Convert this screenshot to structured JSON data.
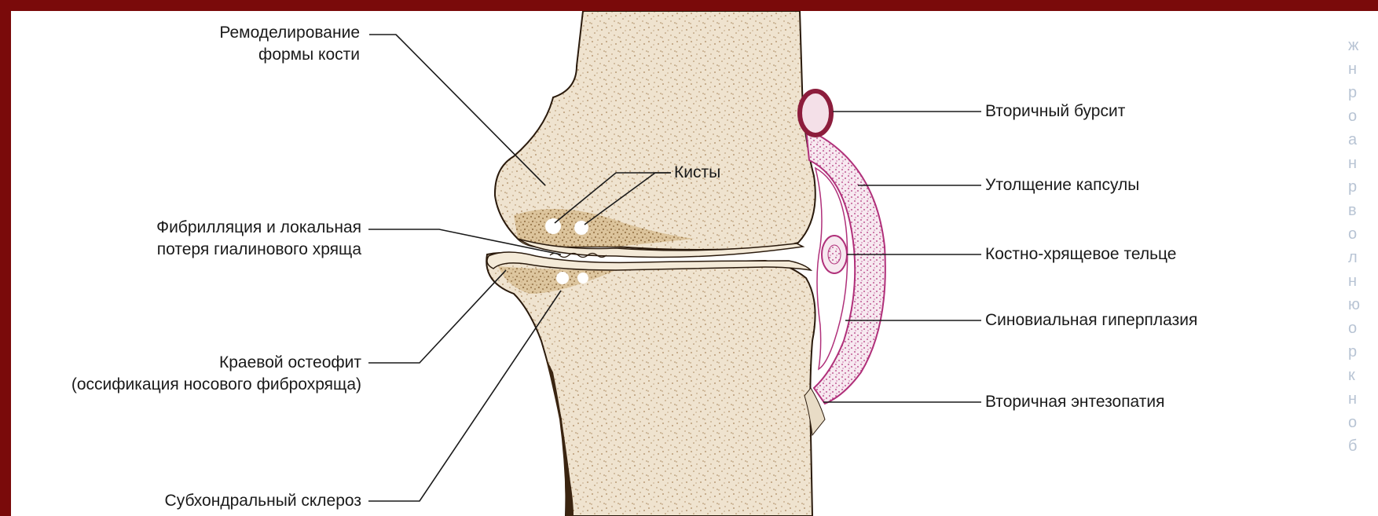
{
  "labels": {
    "bone_remodeling": [
      "Ремоделирование",
      "формы кости"
    ],
    "cysts": "Кисты",
    "fibrillation": [
      "Фибрилляция и локальная",
      "потеря гиалинового хряща"
    ],
    "osteophyte": [
      "Краевой остеофит",
      "(оссификация носового фиброхряща)"
    ],
    "sclerosis": "Субхондральный склероз",
    "bursitis": "Вторичный бурсит",
    "capsule": "Утолщение капсулы",
    "loose_body": "Костно-хрящевое тельце",
    "synovial": "Синовиальная гиперплазия",
    "enthesopathy": "Вторичная энтезопатия"
  },
  "colors": {
    "frame": "#7a0a0a",
    "bone": "#efe3cf",
    "bone_dots": "#a8865c",
    "cartilage": "#f4ead8",
    "capsule": "#b0307a",
    "bursa": "#8c1d3c",
    "line": "#1a1a1a"
  }
}
